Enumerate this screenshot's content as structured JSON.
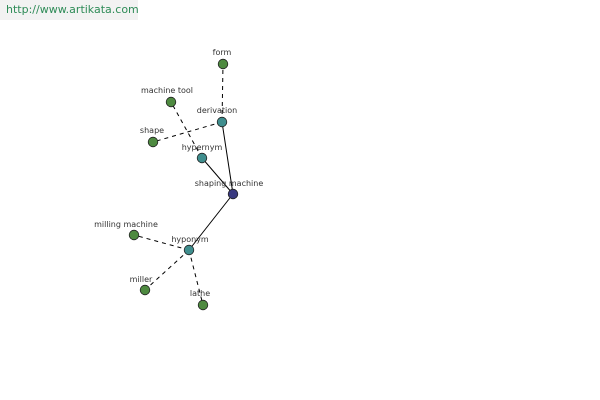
{
  "site_url": "http://www.artikata.com",
  "colors": {
    "leaf": "#4e8a40",
    "relation": "#3f8e8e",
    "center": "#3a3a80"
  },
  "nodes": {
    "form": "form",
    "machine_tool": "machine tool",
    "derivation": "derivation",
    "shape": "shape",
    "hypernym": "hypernym",
    "shaping_machine": "shaping machine",
    "milling_machine": "milling machine",
    "hyponym": "hyponym",
    "miller": "miller",
    "lathe": "lathe"
  }
}
